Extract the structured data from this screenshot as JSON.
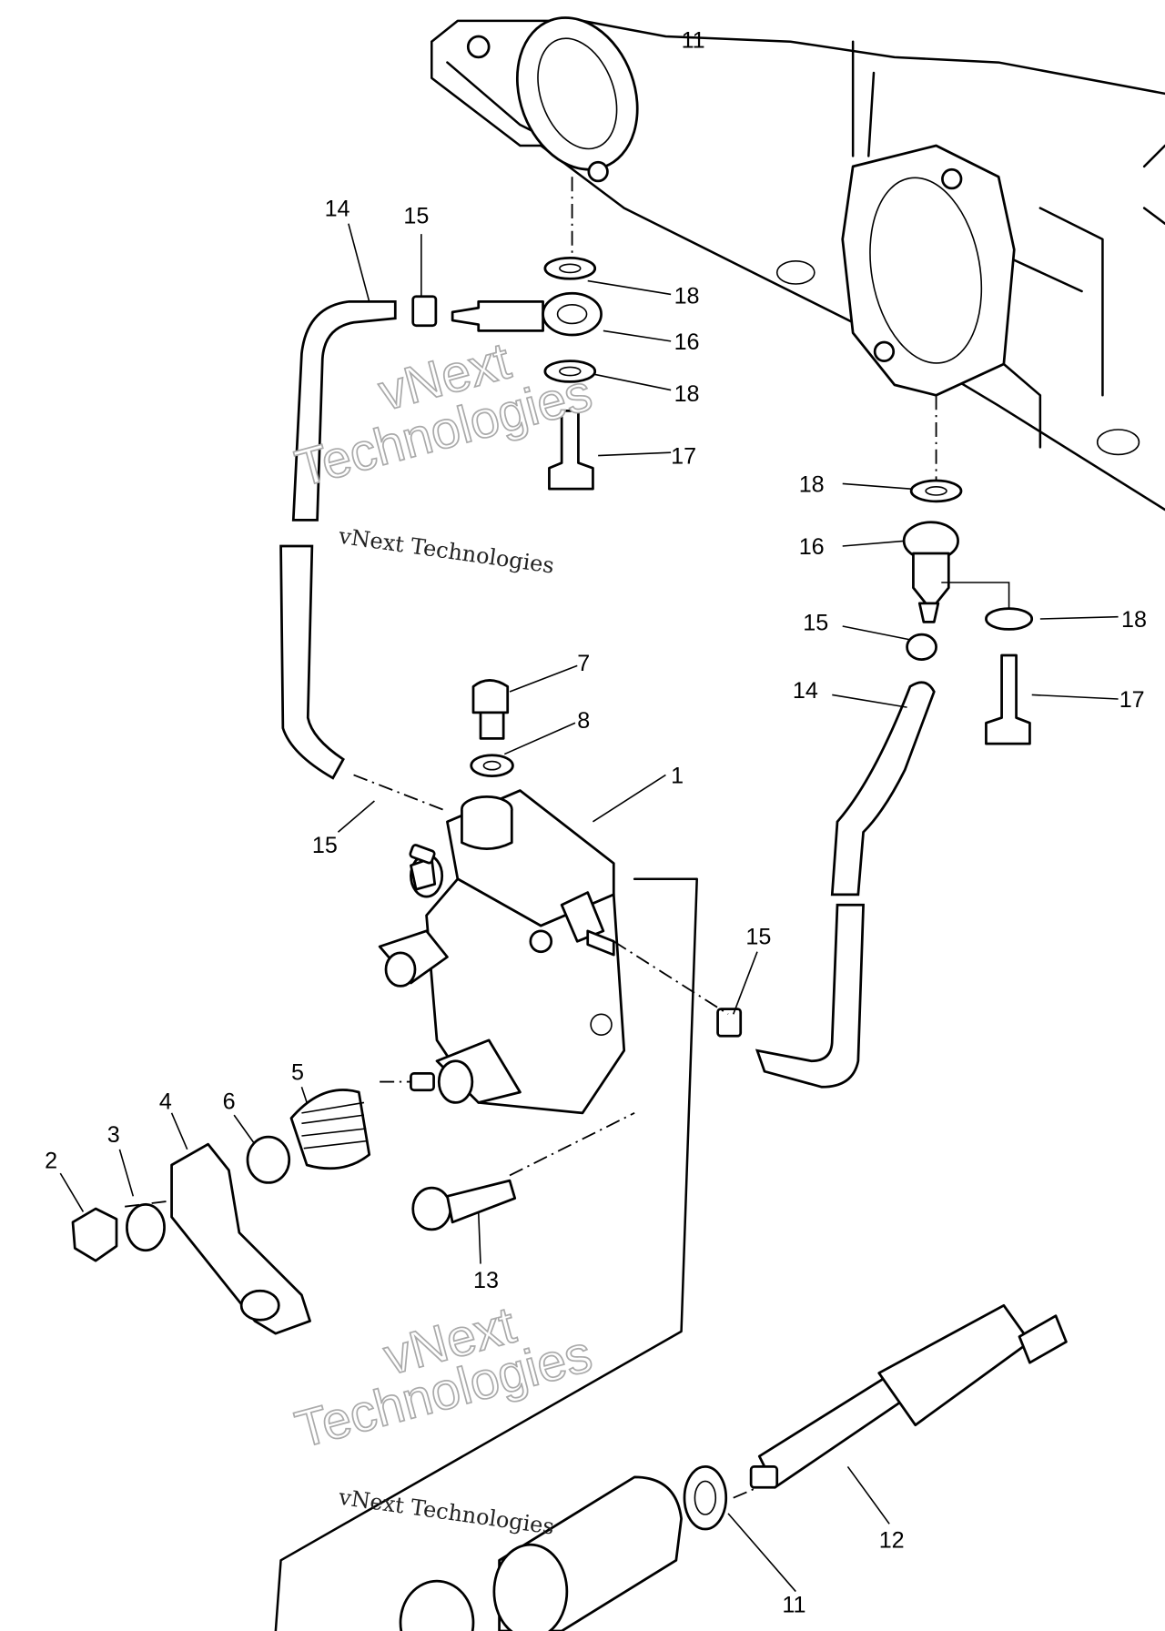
{
  "diagram": {
    "title": "Oil pump exploded parts diagram",
    "callouts": [
      {
        "id": "c-11-top",
        "text": "11"
      },
      {
        "id": "c-14a",
        "text": "14"
      },
      {
        "id": "c-15a",
        "text": "15"
      },
      {
        "id": "c-18a",
        "text": "18"
      },
      {
        "id": "c-16a",
        "text": "16"
      },
      {
        "id": "c-18b",
        "text": "18"
      },
      {
        "id": "c-17a",
        "text": "17"
      },
      {
        "id": "c-18c",
        "text": "18"
      },
      {
        "id": "c-16b",
        "text": "16"
      },
      {
        "id": "c-18d",
        "text": "18"
      },
      {
        "id": "c-15b",
        "text": "15"
      },
      {
        "id": "c-14b",
        "text": "14"
      },
      {
        "id": "c-17b",
        "text": "17"
      },
      {
        "id": "c-7",
        "text": "7"
      },
      {
        "id": "c-8",
        "text": "8"
      },
      {
        "id": "c-1",
        "text": "1"
      },
      {
        "id": "c-15c",
        "text": "15"
      },
      {
        "id": "c-15d",
        "text": "15"
      },
      {
        "id": "c-5",
        "text": "5"
      },
      {
        "id": "c-6",
        "text": "6"
      },
      {
        "id": "c-4",
        "text": "4"
      },
      {
        "id": "c-3",
        "text": "3"
      },
      {
        "id": "c-2",
        "text": "2"
      },
      {
        "id": "c-13",
        "text": "13"
      },
      {
        "id": "c-12",
        "text": "12"
      },
      {
        "id": "c-11",
        "text": "11"
      }
    ]
  },
  "watermark": {
    "small": "vNext Technologies",
    "big_line1": "vNext",
    "big_line2": "Technologies"
  }
}
